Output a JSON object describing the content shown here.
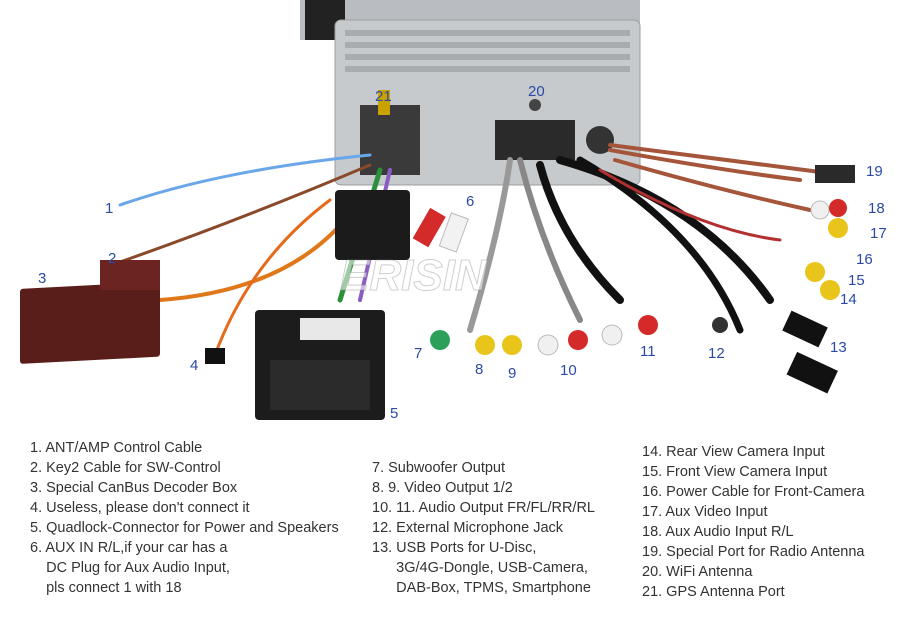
{
  "watermark": "ERISIN",
  "callouts": [
    "1",
    "2",
    "3",
    "4",
    "5",
    "6",
    "7",
    "8",
    "9",
    "10",
    "11",
    "12",
    "13",
    "14",
    "15",
    "16",
    "17",
    "18",
    "19",
    "20",
    "21"
  ],
  "legend": {
    "col1": [
      "1. ANT/AMP Control Cable",
      "2. Key2 Cable for SW-Control",
      "3. Special CanBus Decoder Box",
      "4. Useless, please don't connect it",
      "5. Quadlock-Connector for Power and Speakers",
      "6. AUX IN R/L,if your car has a",
      "    DC Plug for Aux Audio Input,",
      "    pls connect 1 with 18"
    ],
    "col2": [
      "7. Subwoofer Output",
      "8. 9. Video Output 1/2",
      "10. 11. Audio Output FR/FL/RR/RL",
      "12. External Microphone Jack",
      "13. USB Ports for U-Disc,",
      "      3G/4G-Dongle, USB-Camera,",
      "      DAB-Box, TPMS, Smartphone"
    ],
    "col3": [
      "14. Rear View Camera Input",
      "15. Front View Camera Input",
      "16. Power Cable for Front-Camera",
      "17. Aux Video Input",
      "18. Aux Audio Input R/L",
      "19. Special Port for Radio Antenna",
      "20. WiFi Antenna",
      "21. GPS Antenna Port"
    ]
  }
}
